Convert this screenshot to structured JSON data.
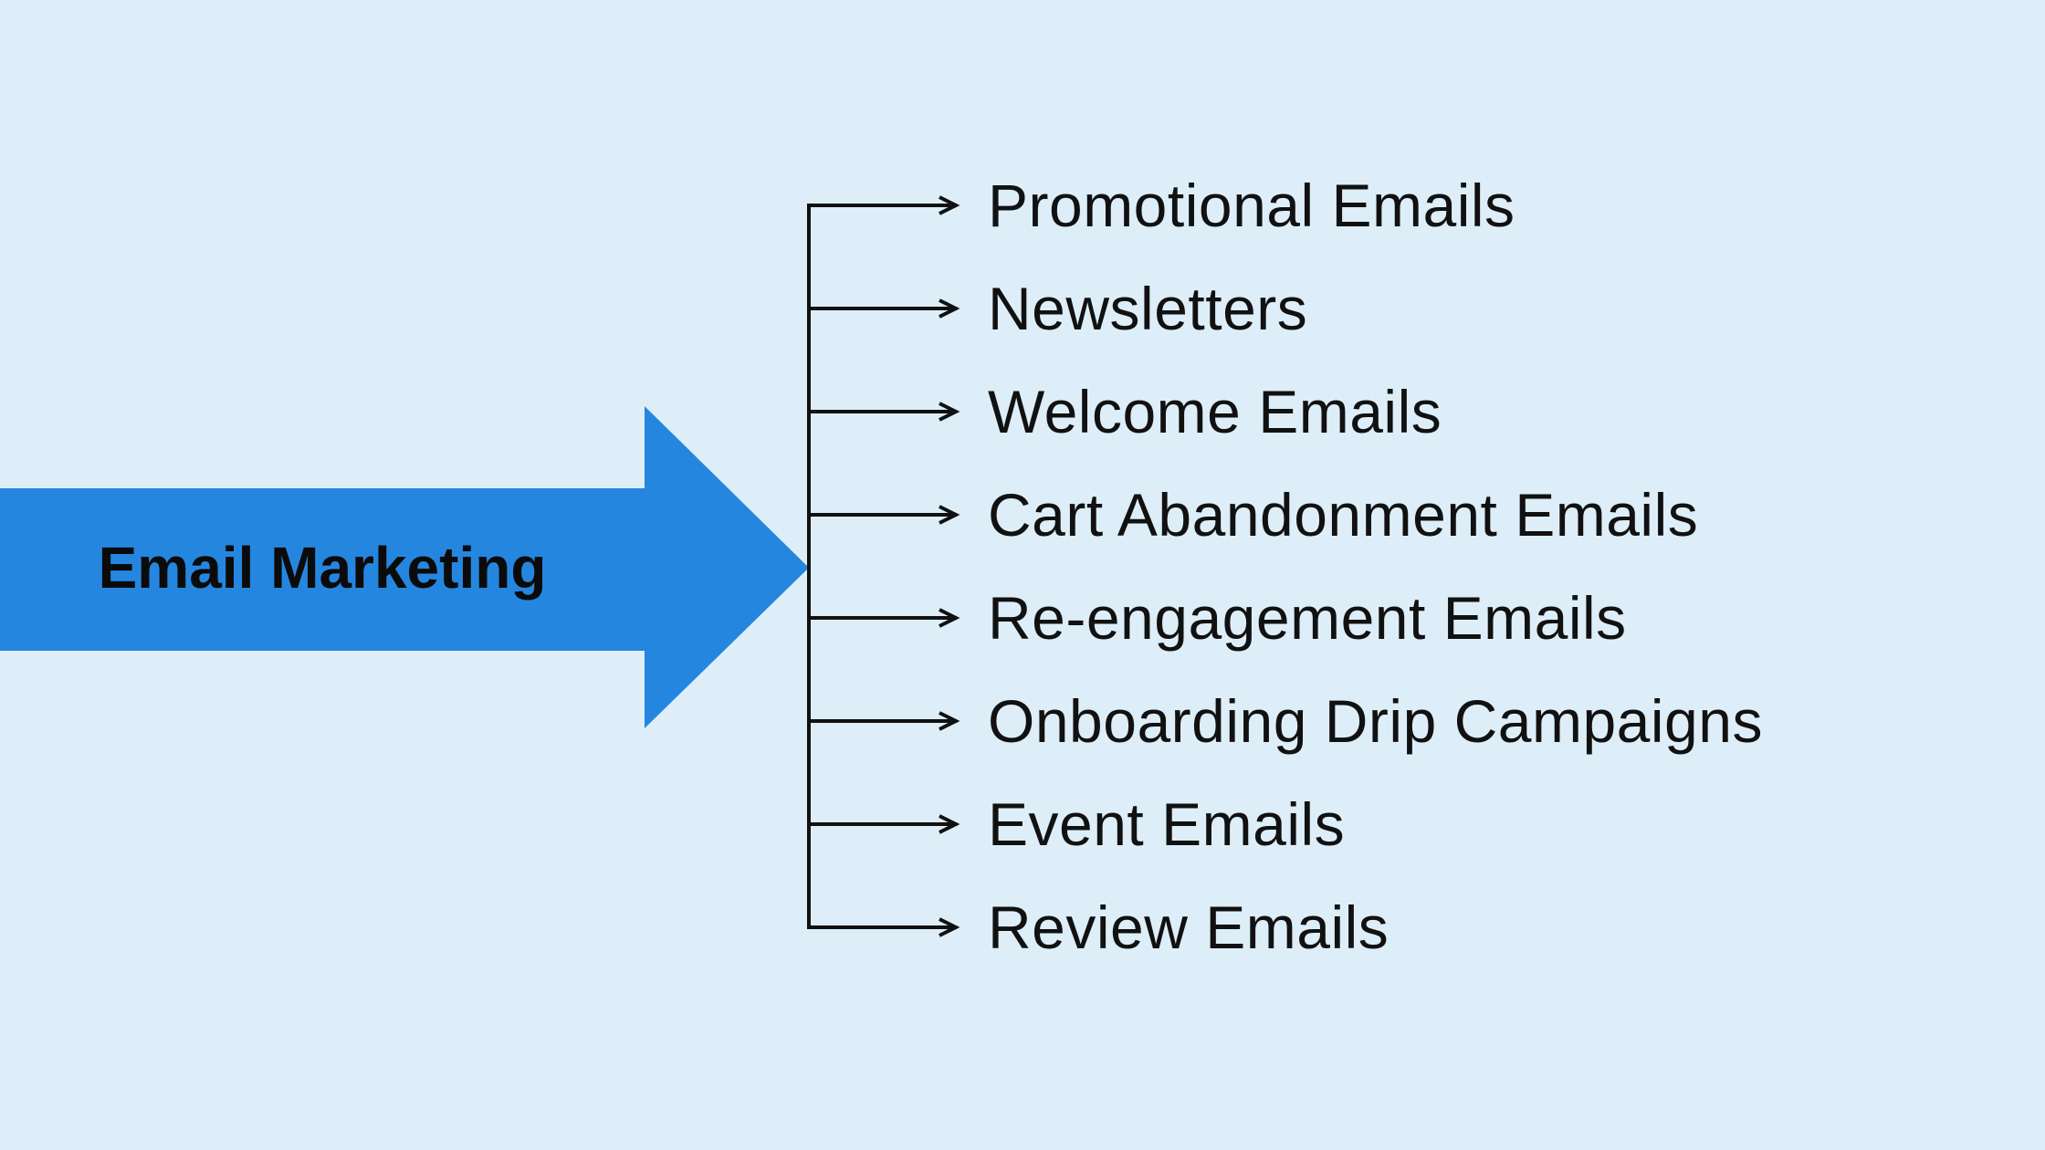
{
  "colors": {
    "background": "#ddeef8",
    "arrow": "#2586df",
    "line": "#111111",
    "text": "#111111"
  },
  "root": {
    "label": "Email Marketing"
  },
  "branches": [
    {
      "label": "Promotional Emails"
    },
    {
      "label": "Newsletters"
    },
    {
      "label": "Welcome Emails"
    },
    {
      "label": "Cart Abandonment Emails"
    },
    {
      "label": "Re-engagement Emails"
    },
    {
      "label": "Onboarding Drip Campaigns"
    },
    {
      "label": "Event Emails"
    },
    {
      "label": "Review Emails"
    }
  ]
}
